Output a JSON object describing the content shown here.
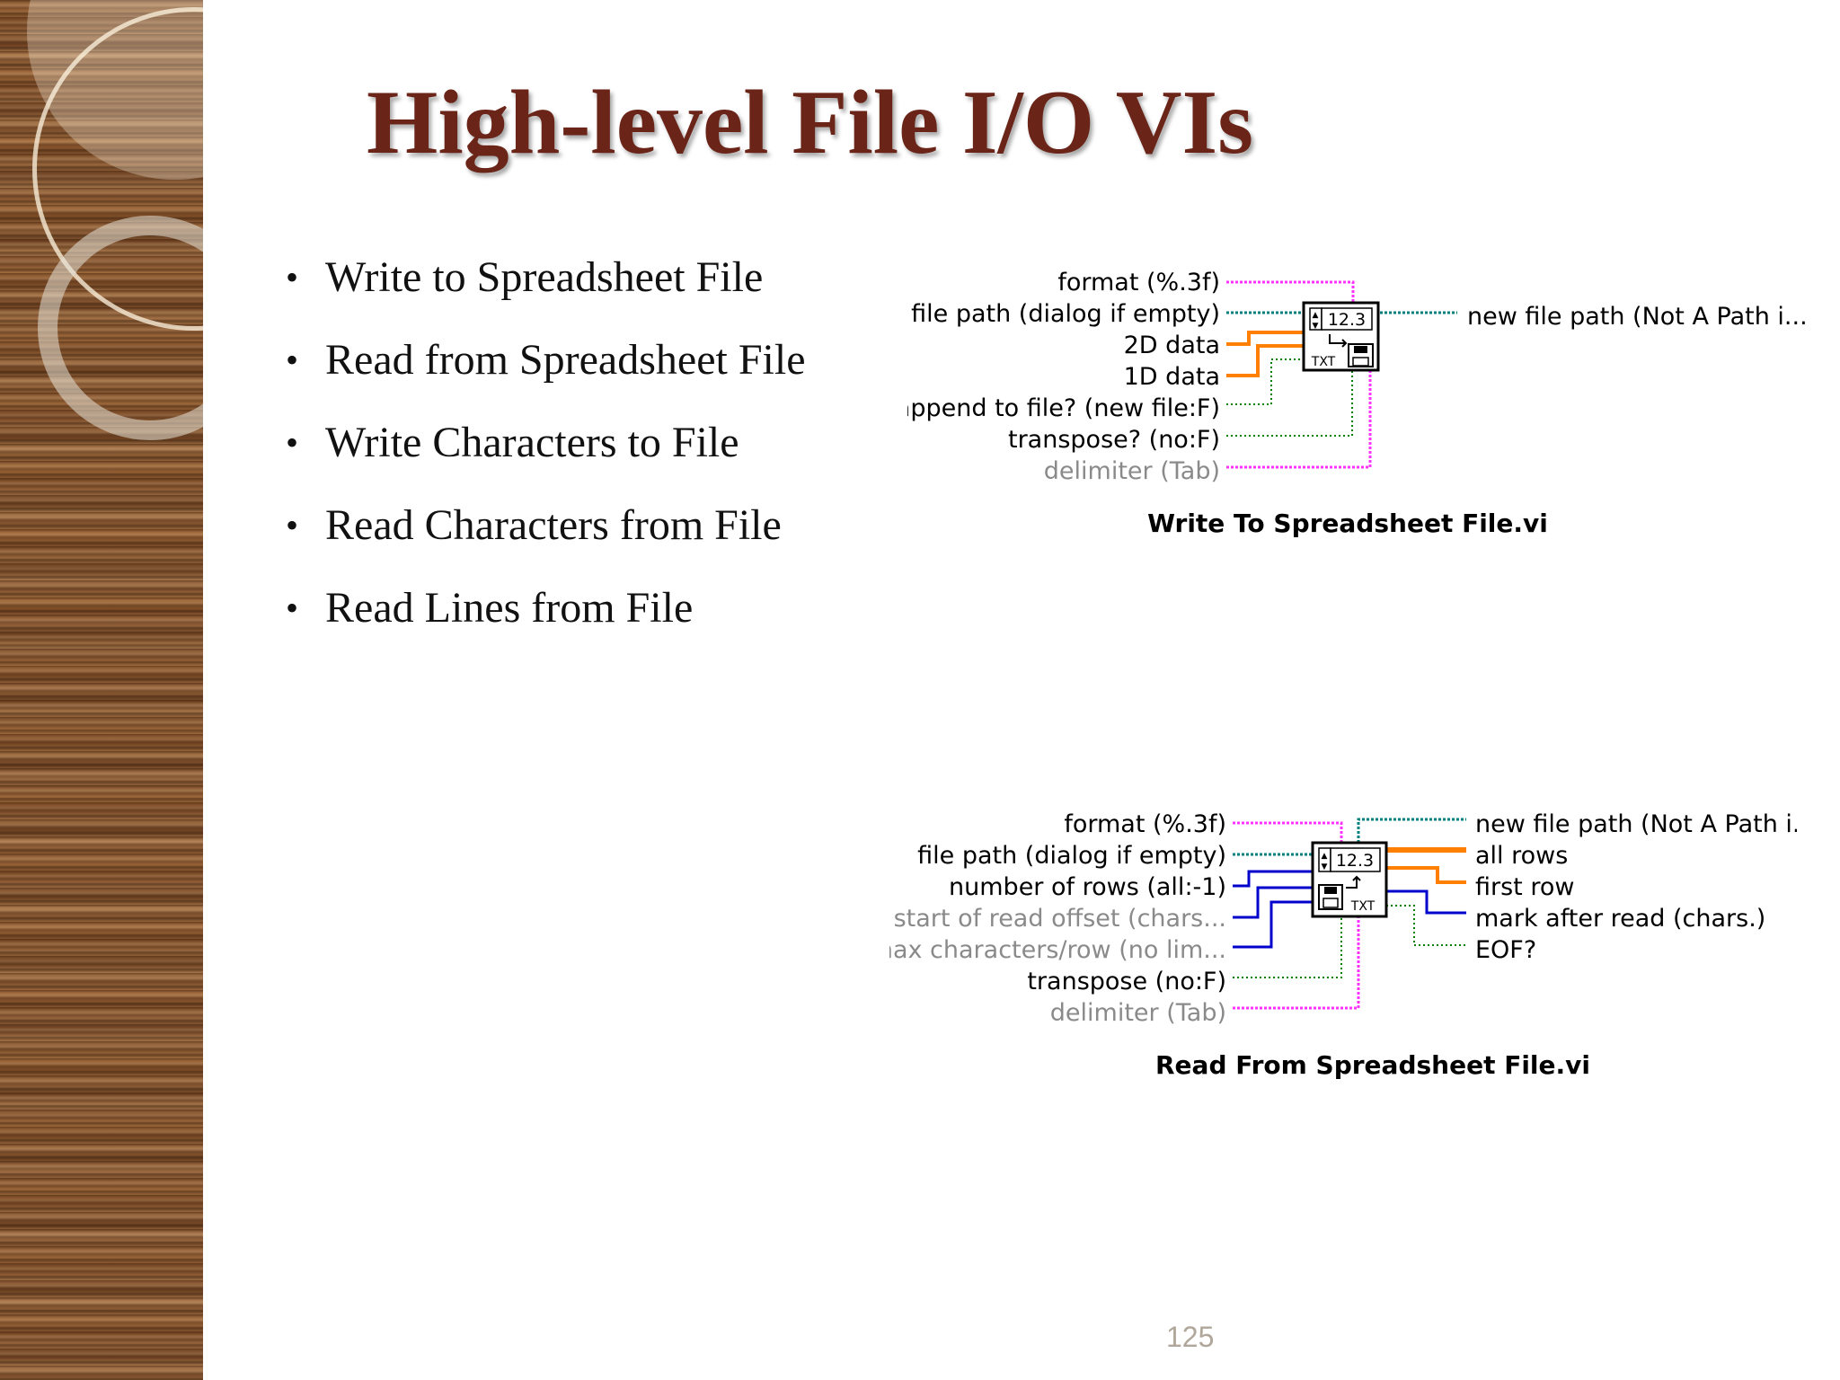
{
  "slide": {
    "title": "High-level File I/O VIs",
    "bullets": [
      "Write to Spreadsheet File",
      "Read from Spreadsheet File",
      "Write Characters to File",
      "Read Characters from File",
      "Read Lines from File"
    ],
    "page_number": "125"
  },
  "write_vi": {
    "inputs": [
      "format (%.3f)",
      "file path (dialog if empty)",
      "2D data",
      "1D data",
      "append to file? (new file:F)",
      "transpose? (no:F)",
      "delimiter (Tab)"
    ],
    "outputs": [
      "new file path (Not A Path i..."
    ],
    "icon_text": "12.3",
    "icon_sub": "TXT",
    "caption": "Write To Spreadsheet File.vi"
  },
  "read_vi": {
    "inputs": [
      "format (%.3f)",
      "file path (dialog if empty)",
      "number of rows (all:-1)",
      "start of read offset (chars...",
      "max characters/row  (no lim...",
      "transpose (no:F)",
      "delimiter (Tab)"
    ],
    "outputs": [
      "new file path (Not A Path i...",
      "all rows",
      "first row",
      "mark after read (chars.)",
      "EOF?"
    ],
    "icon_text": "12.3",
    "icon_sub": "TXT",
    "caption": "Read From Spreadsheet File.vi"
  },
  "colors": {
    "title": "#6a2418",
    "string_wire": "#ff33ff",
    "path_wire": "#007f7f",
    "numeric_wire": "#ff8000",
    "boolean_wire": "#008000",
    "integer_wire": "#0000cc"
  }
}
